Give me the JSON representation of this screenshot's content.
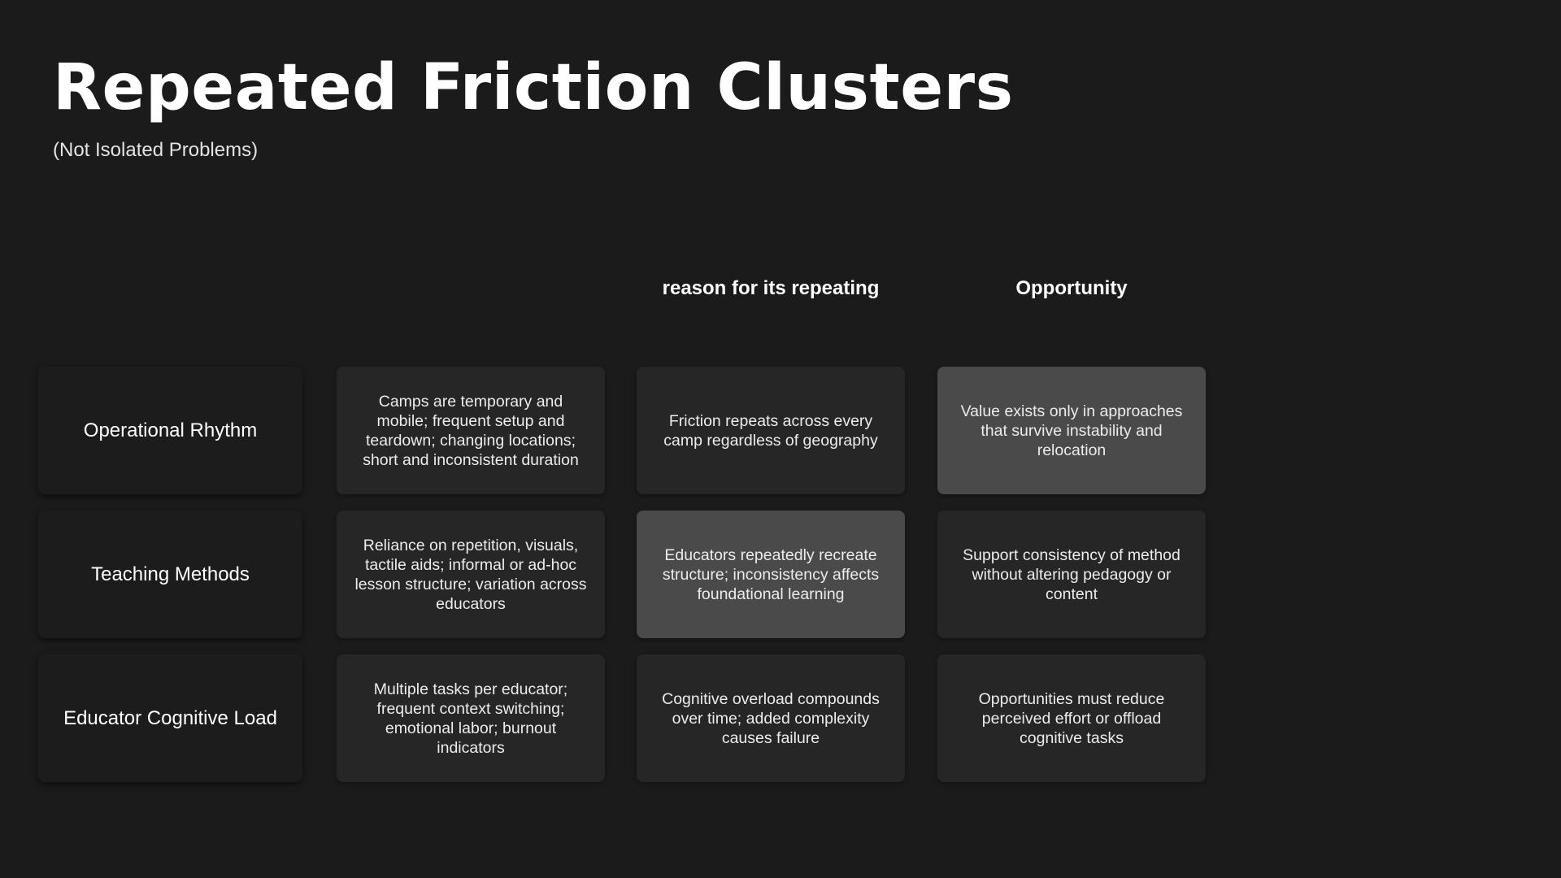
{
  "slide": {
    "title": "Repeated Friction Clusters",
    "subtitle": "(Not Isolated Problems)"
  },
  "table": {
    "headers": [
      "reason for its repeating",
      "Opportunity"
    ],
    "rows": [
      {
        "label": "Operational Rhythm",
        "description": "Camps are temporary and mobile; frequent setup and teardown; changing locations; short and inconsistent duration",
        "reason": "Friction repeats across every camp regardless of geography",
        "opportunity": "Value exists only in approaches that survive instability and relocation"
      },
      {
        "label": "Teaching Methods",
        "description": "Reliance on repetition, visuals, tactile aids; informal or ad-hoc lesson structure; variation across educators",
        "reason": "Educators repeatedly recreate structure; inconsistency affects foundational learning",
        "opportunity": "Support consistency of method without altering pedagogy or content"
      },
      {
        "label": "Educator Cognitive Load",
        "description": "Multiple tasks per educator; frequent context switching; emotional labor; burnout indicators",
        "reason": "Cognitive overload compounds over time; added complexity causes failure",
        "opportunity": "Opportunities must reduce perceived effort or offload cognitive tasks"
      }
    ]
  },
  "colors": {
    "background": "#1b1b1b",
    "card": "#262626",
    "label_card": "#1c1c1c",
    "highlight_card": "#4a4a4a",
    "text": "#ffffff"
  }
}
